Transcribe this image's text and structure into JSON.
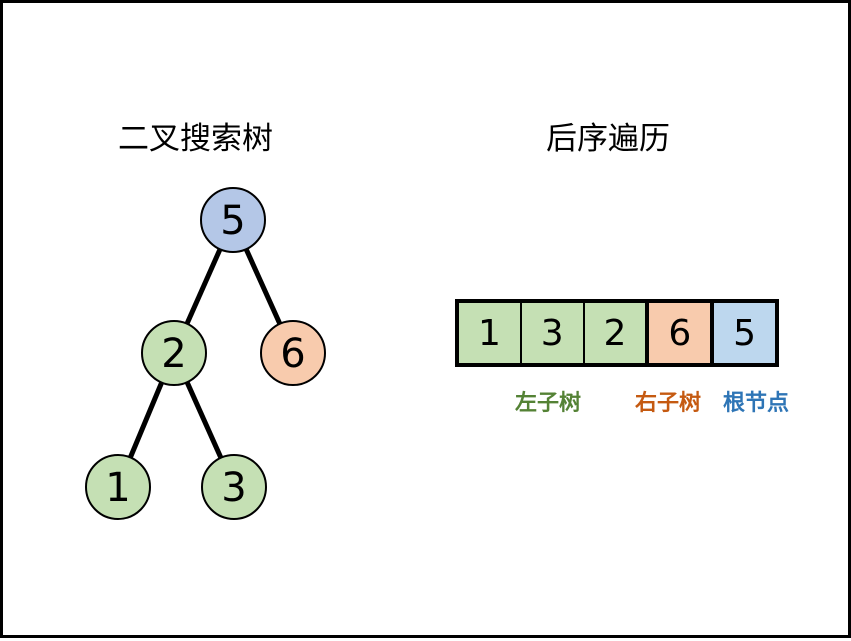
{
  "titles": {
    "left": "二叉搜索树",
    "right": "后序遍历"
  },
  "tree": {
    "nodes": [
      {
        "id": "n5",
        "label": "5",
        "role": "root"
      },
      {
        "id": "n2",
        "label": "2",
        "role": "left"
      },
      {
        "id": "n6",
        "label": "6",
        "role": "right"
      },
      {
        "id": "n1",
        "label": "1",
        "role": "left"
      },
      {
        "id": "n3",
        "label": "3",
        "role": "left"
      }
    ],
    "edges": [
      [
        "n5",
        "n2"
      ],
      [
        "n5",
        "n6"
      ],
      [
        "n2",
        "n1"
      ],
      [
        "n2",
        "n3"
      ]
    ]
  },
  "traversal": {
    "cells": [
      {
        "value": "1",
        "role": "left"
      },
      {
        "value": "3",
        "role": "left"
      },
      {
        "value": "2",
        "role": "left"
      },
      {
        "value": "6",
        "role": "right"
      },
      {
        "value": "5",
        "role": "root"
      }
    ],
    "segment_labels": {
      "left": "左子树",
      "right": "右子树",
      "root": "根节点"
    }
  },
  "colors": {
    "root_fill": "#b4c7e7",
    "left_fill": "#c5e0b4",
    "right_fill": "#f8cbad",
    "root_cell_fill": "#bdd7ee",
    "left_label": "#548235",
    "right_label": "#c55a11",
    "root_label": "#2e75b6"
  }
}
